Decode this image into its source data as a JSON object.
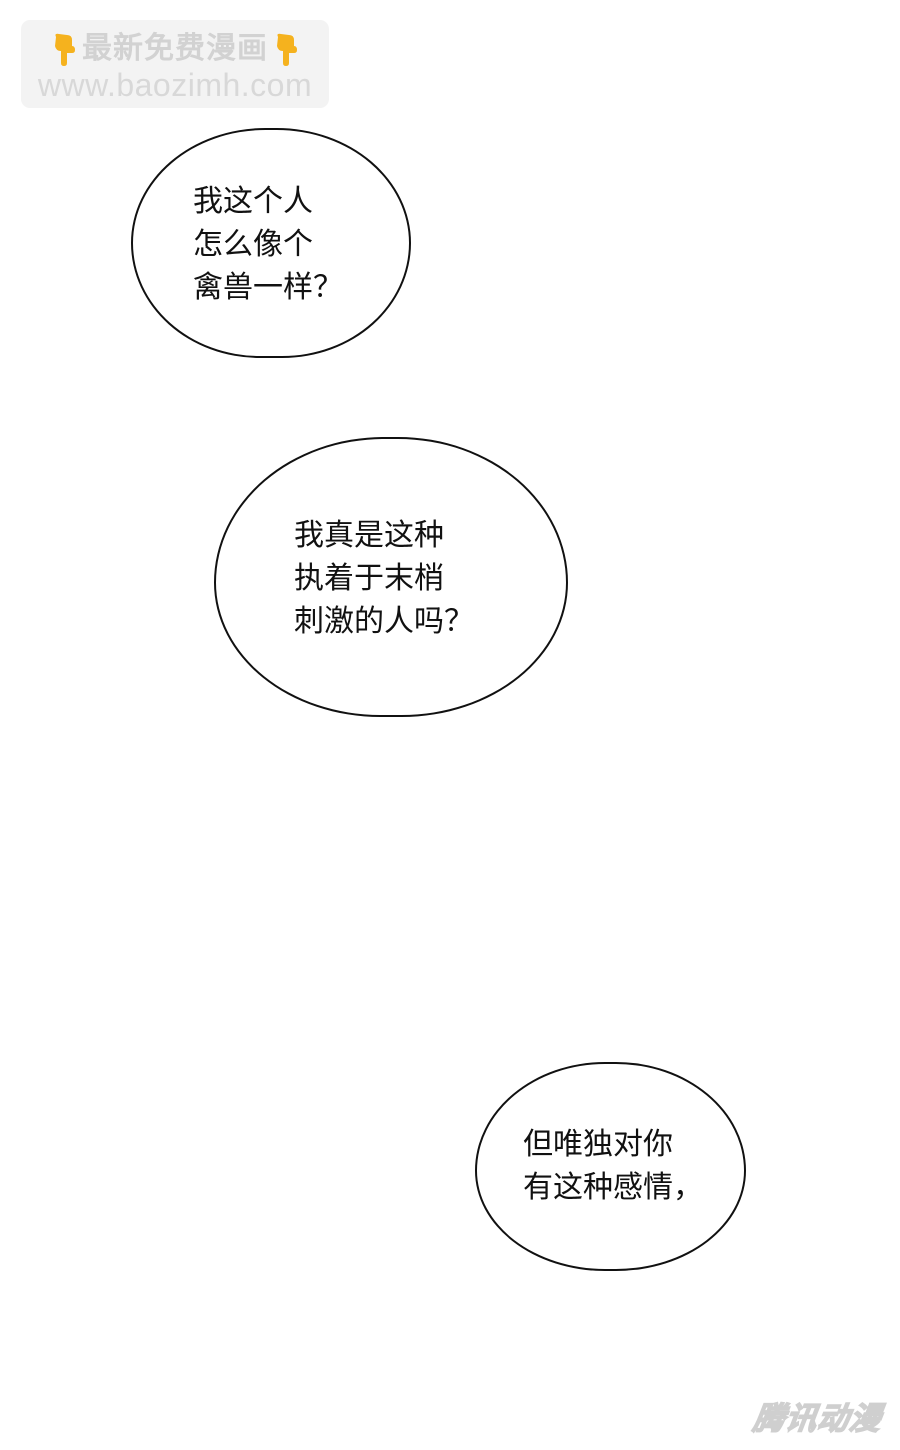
{
  "watermark": {
    "line1": "最新免费漫画",
    "line2": "www.baozimh.com",
    "icon_left": "pointing-down-hand-icon",
    "icon_right": "pointing-down-hand-icon",
    "icon_color": "#f5b21e"
  },
  "bubbles": [
    {
      "text": "我这个人\n怎么像个\n禽兽一样？"
    },
    {
      "text": "我真是这种\n执着于末梢\n刺激的人吗？"
    },
    {
      "text": "但唯独对你\n有这种感情，"
    }
  ],
  "footer_logo": {
    "text": "腾讯动漫"
  }
}
